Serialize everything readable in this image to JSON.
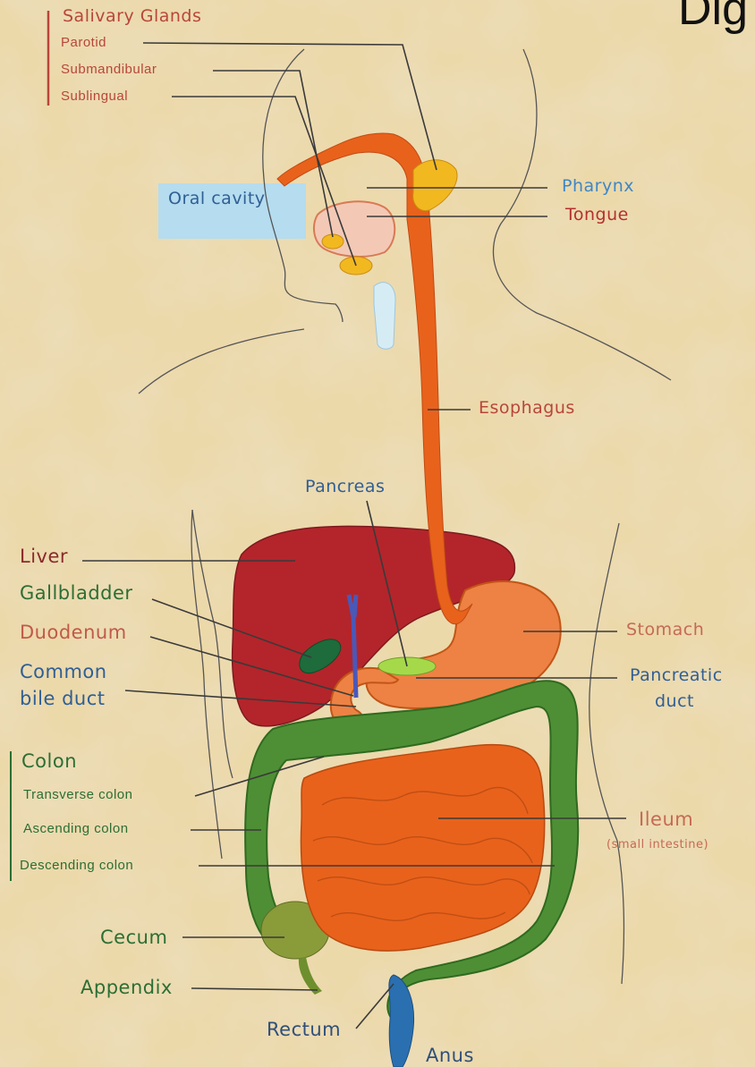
{
  "title": "Dig",
  "colors": {
    "background": "#e8d4a2",
    "organ_orange": "#e8621c",
    "liver": "#b3252b",
    "colon_green": "#4e8f35",
    "gland_yellow": "#f2b820",
    "oral_cavity_box": "#b5dcef",
    "label_red": "#b8463a",
    "label_blue": "#2f5f94",
    "label_green": "#2c6e34",
    "label_dark_red": "#8a2a2a",
    "leader_line": "#3a3a3a"
  },
  "labels": {
    "salivary_glands": "Salivary Glands",
    "parotid": "Parotid",
    "submandibular": "Submandibular",
    "sublingual": "Sublingual",
    "oral_cavity": "Oral cavity",
    "pharynx": "Pharynx",
    "tongue": "Tongue",
    "esophagus": "Esophagus",
    "pancreas": "Pancreas",
    "liver": "Liver",
    "gallbladder": "Gallbladder",
    "duodenum": "Duodenum",
    "common_bile_duct_1": "Common",
    "common_bile_duct_2": "bile duct",
    "stomach": "Stomach",
    "pancreatic_duct_1": "Pancreatic",
    "pancreatic_duct_2": "duct",
    "colon": "Colon",
    "transverse_colon": "Transverse colon",
    "ascending_colon": "Ascending colon",
    "descending_colon": "Descending colon",
    "ileum": "Ileum",
    "small_intestine": "(small intestine)",
    "cecum": "Cecum",
    "appendix": "Appendix",
    "rectum": "Rectum",
    "anus": "Anus"
  }
}
